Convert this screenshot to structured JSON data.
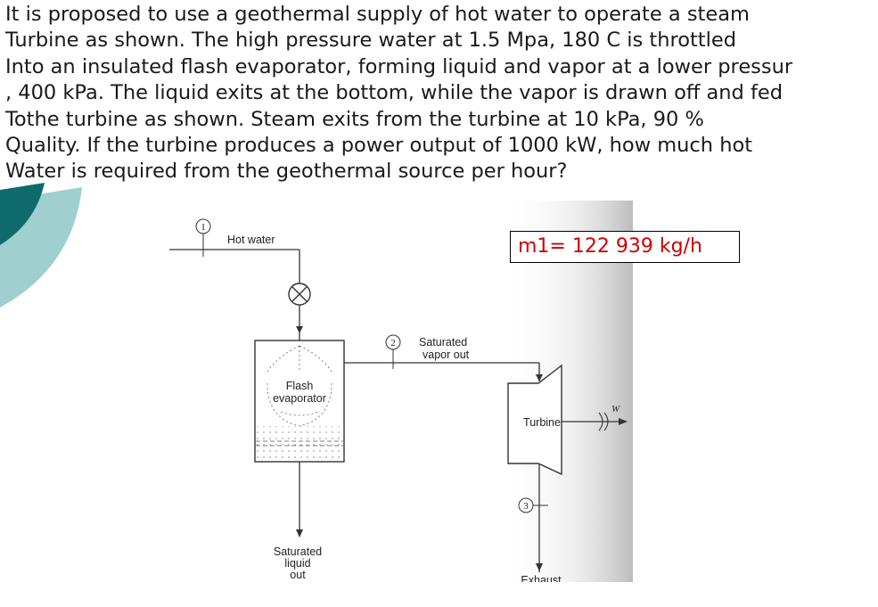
{
  "problem": {
    "lines": [
      "It is proposed to use a geothermal supply of hot water to operate a steam",
      "Turbine  as shown. The high pressure water at 1.5 Mpa, 180 C is throttled",
      "Into an insulated flash evaporator, forming liquid and vapor at a lower pressur",
      ", 400 kPa. The liquid exits at the bottom, while the vapor is drawn off and fed",
      "Tothe turbine as shown. Steam exits from the turbine at 10 kPa, 90 %",
      "Quality. If the turbine produces a power output of 1000 kW, how much hot",
      "Water is required from the geothermal source per hour?"
    ]
  },
  "answer": "m1= 122 939 kg/h",
  "diagram": {
    "state1": "1",
    "state2": "2",
    "state3": "3",
    "hot_water_label": "Hot water",
    "flash_label_1": "Flash",
    "flash_label_2": "evaporator",
    "vapor_label_1": "Saturated",
    "vapor_label_2": "vapor out",
    "liquid_label_1": "Saturated",
    "liquid_label_2": "liquid",
    "liquid_label_3": "out",
    "turbine_label": "Turbine",
    "work_label": "W",
    "exhaust_label": "Exhaust"
  },
  "colors": {
    "answer_text": "#d00000",
    "decor_teal": "#0f6b6b",
    "decor_light_teal": "#9fcfcf"
  }
}
